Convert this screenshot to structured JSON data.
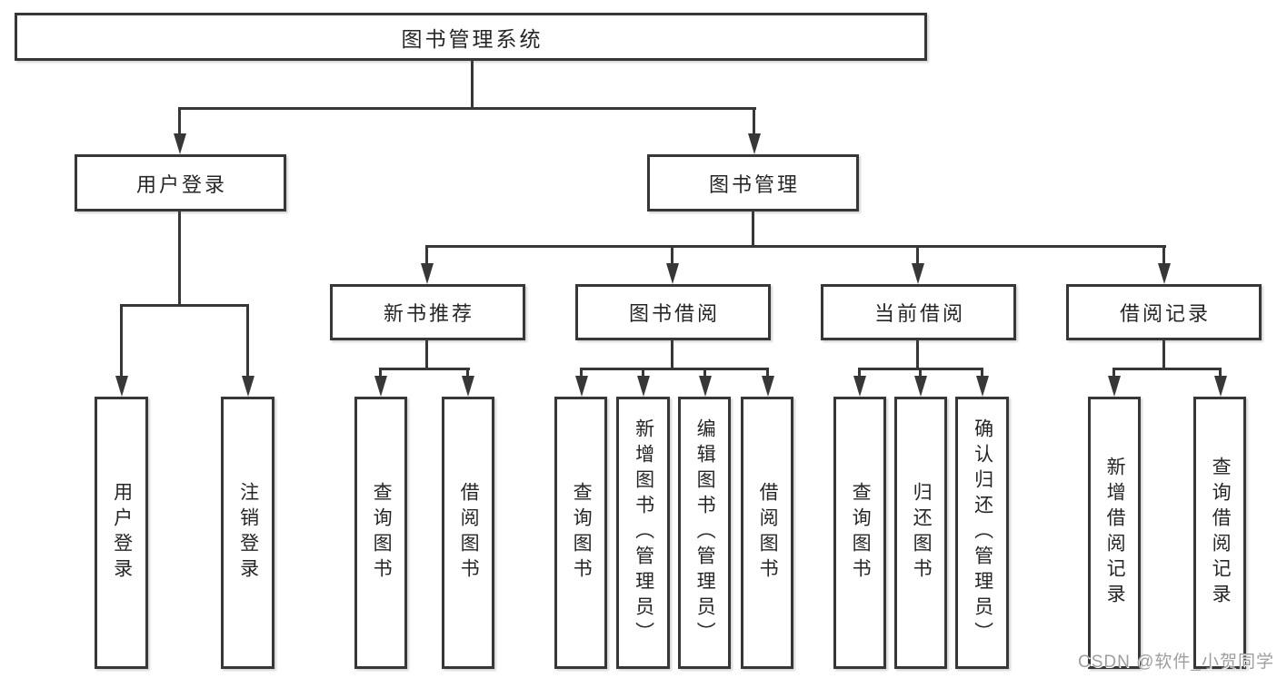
{
  "diagram_type": "hierarchy-tree",
  "colors": {
    "line": "#373737",
    "box_border": "#373737",
    "box_background": "#ffffff",
    "text": "#262626",
    "watermark_text": "#9e9e9e",
    "page_background": "#ffffff"
  },
  "watermark": "CSDN @软件_小贺同学",
  "nodes": {
    "root": {
      "label": "图书管理系统"
    },
    "user_login": {
      "label": "用户登录"
    },
    "book_mgmt": {
      "label": "图书管理"
    },
    "new_book_rec": {
      "label": "新书推荐"
    },
    "book_borrow": {
      "label": "图书借阅"
    },
    "current_borrow": {
      "label": "当前借阅"
    },
    "borrow_records": {
      "label": "借阅记录"
    },
    "leaf_user_login": {
      "label": "用户登录"
    },
    "leaf_logout": {
      "label": "注销登录"
    },
    "leaf_rec_query": {
      "label": "查询图书"
    },
    "leaf_rec_borrow": {
      "label": "借阅图书"
    },
    "leaf_bb_query": {
      "label": "查询图书"
    },
    "leaf_bb_add": {
      "label": "新增图书（管理员）"
    },
    "leaf_bb_edit": {
      "label": "编辑图书（管理员）"
    },
    "leaf_bb_borrow": {
      "label": "借阅图书"
    },
    "leaf_cb_query": {
      "label": "查询图书"
    },
    "leaf_cb_return": {
      "label": "归还图书"
    },
    "leaf_cb_confirm": {
      "label": "确认归还（管理员）"
    },
    "leaf_br_add": {
      "label": "新增借阅记录"
    },
    "leaf_br_query": {
      "label": "查询借阅记录"
    }
  },
  "structure": {
    "root": "图书管理系统",
    "children": [
      {
        "label": "用户登录",
        "children": [
          "用户登录",
          "注销登录"
        ]
      },
      {
        "label": "图书管理",
        "children": [
          {
            "label": "新书推荐",
            "children": [
              "查询图书",
              "借阅图书"
            ]
          },
          {
            "label": "图书借阅",
            "children": [
              "查询图书",
              "新增图书（管理员）",
              "编辑图书（管理员）",
              "借阅图书"
            ]
          },
          {
            "label": "当前借阅",
            "children": [
              "查询图书",
              "归还图书",
              "确认归还（管理员）"
            ]
          },
          {
            "label": "借阅记录",
            "children": [
              "新增借阅记录",
              "查询借阅记录"
            ]
          }
        ]
      }
    ]
  }
}
